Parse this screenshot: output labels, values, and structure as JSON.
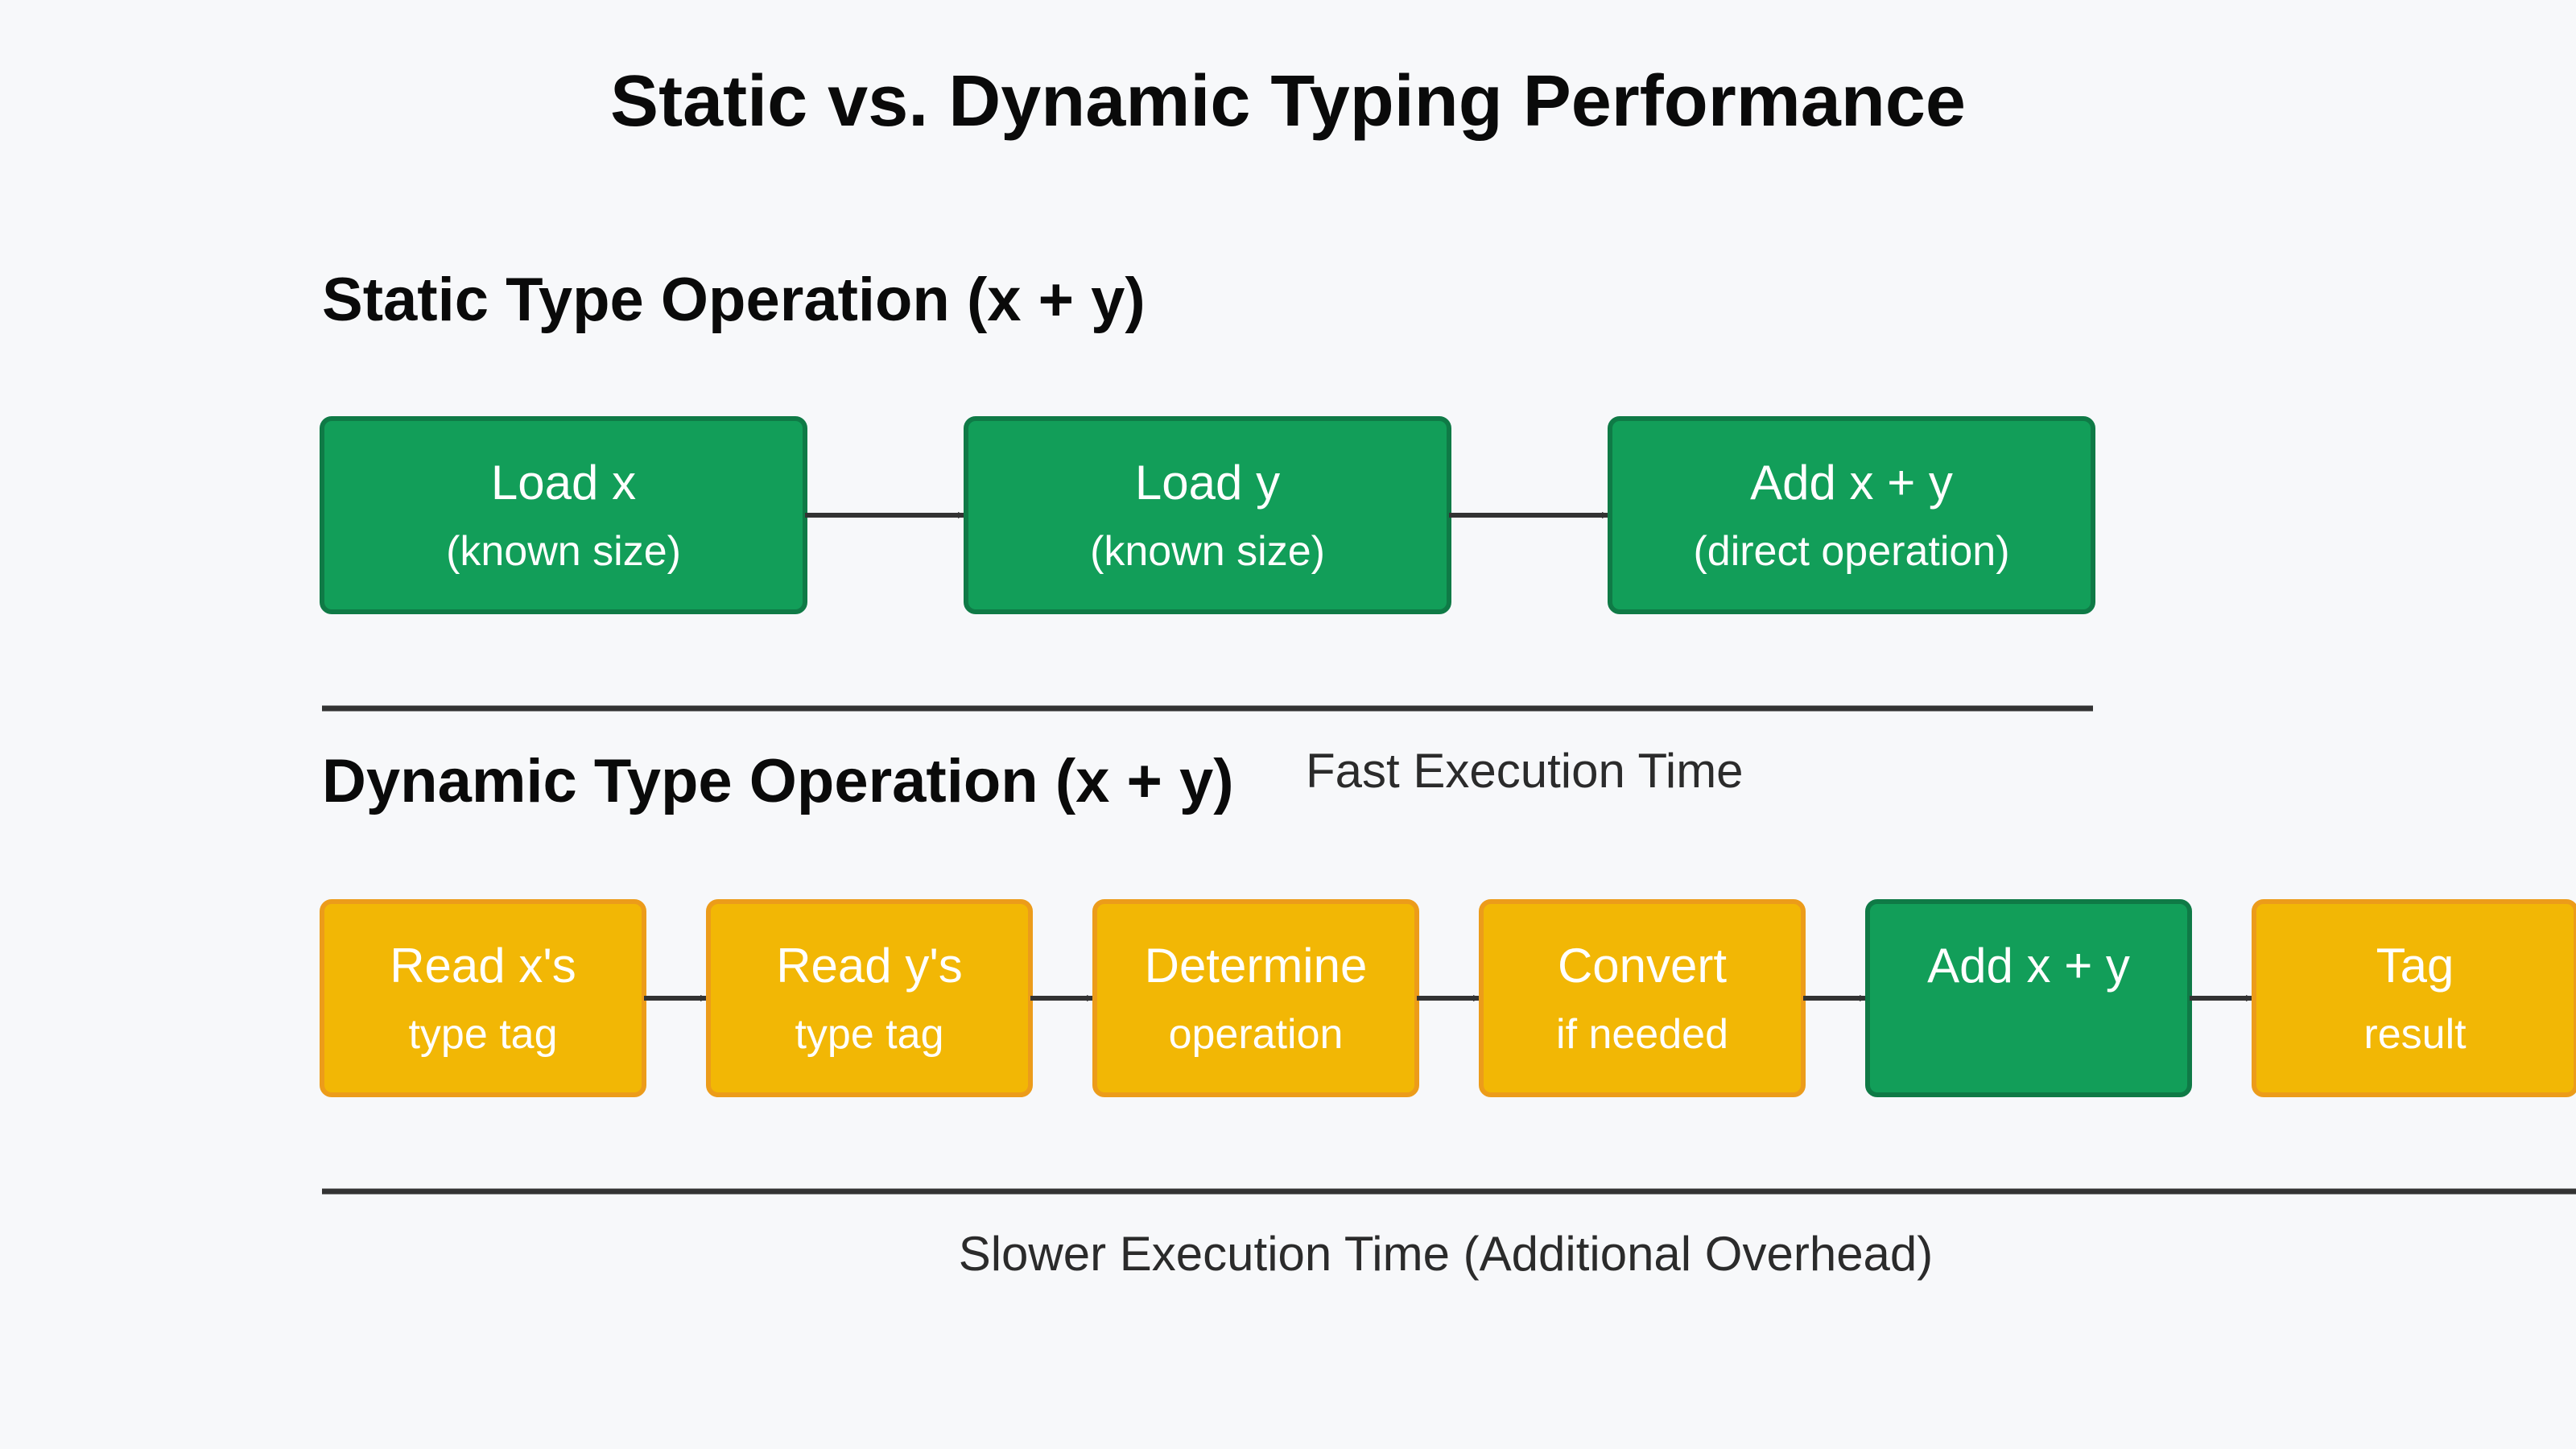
{
  "title": "Static vs. Dynamic Typing Performance",
  "colors": {
    "background": "#f7f8fa",
    "fast_fill": "#129e59",
    "fast_stroke": "#0f7a46",
    "slow_fill": "#f2b705",
    "slow_stroke": "#ec9c1a",
    "text": "#0a0a0a",
    "connector": "#333333"
  },
  "static": {
    "heading": "Static Type Operation (x + y)",
    "caption": "Fast Execution Time",
    "steps": [
      {
        "line1": "Load x",
        "line2": "(known size)",
        "kind": "fast"
      },
      {
        "line1": "Load y",
        "line2": "(known size)",
        "kind": "fast"
      },
      {
        "line1": "Add x + y",
        "line2": "(direct operation)",
        "kind": "fast"
      }
    ]
  },
  "dynamic": {
    "heading": "Dynamic Type Operation (x + y)",
    "caption": "Slower Execution Time (Additional Overhead)",
    "steps": [
      {
        "line1": "Read x's",
        "line2": "type tag",
        "kind": "slow"
      },
      {
        "line1": "Read y's",
        "line2": "type tag",
        "kind": "slow"
      },
      {
        "line1": "Determine",
        "line2": "operation",
        "kind": "slow"
      },
      {
        "line1": "Convert",
        "line2": "if needed",
        "kind": "slow"
      },
      {
        "line1": "Add x + y",
        "line2": "",
        "kind": "fast"
      },
      {
        "line1": "Tag",
        "line2": "result",
        "kind": "slow"
      }
    ]
  }
}
